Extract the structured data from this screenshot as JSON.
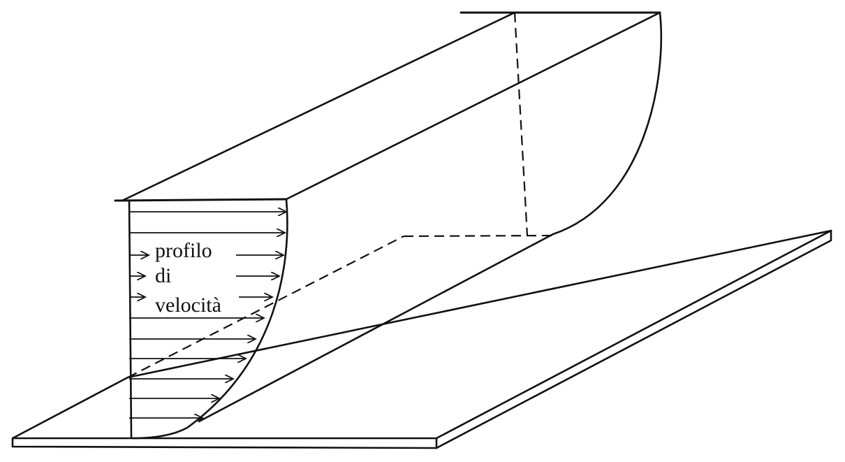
{
  "diagram": {
    "label_lines": [
      "profilo",
      "di",
      "velocità"
    ],
    "stroke_color": "#111111",
    "background_color": "#ffffff"
  }
}
